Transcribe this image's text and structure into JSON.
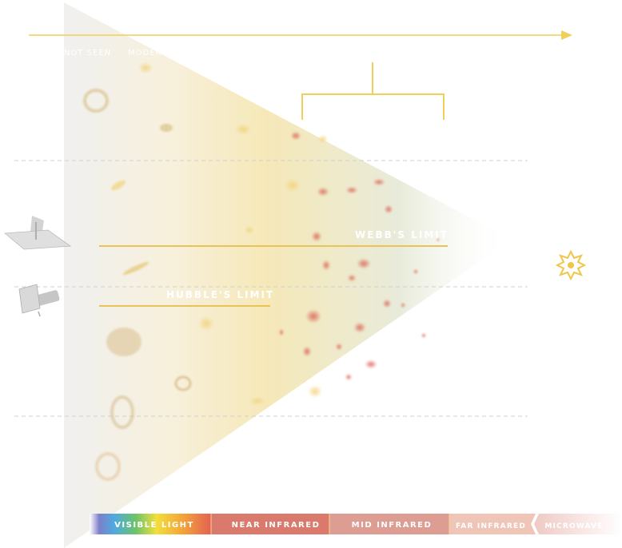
{
  "timeline": {
    "label_left": "NOT SEEN",
    "label_right": "MODERN",
    "arrow_color": "#f0cf5a"
  },
  "limits": {
    "webb": "WEBB'S LIMIT",
    "hubble": "HUBBLE'S LIMIT",
    "limit_color": "#e8c35a"
  },
  "telescopes": {
    "webb_icon": "webb-telescope-icon",
    "hubble_icon": "hubble-telescope-icon"
  },
  "big_bang_icon": "starburst-icon",
  "spectrum": [
    {
      "label": "VISIBLE LIGHT",
      "color": "#f0d04a"
    },
    {
      "label": "NEAR INFRARED",
      "color": "#d97a6c"
    },
    {
      "label": "MID INFRARED",
      "color": "#dd9d93"
    },
    {
      "label": "FAR INFRARED",
      "color": "#eec5b6"
    },
    {
      "label": "MICROWAVE",
      "color": "#efc9c3"
    }
  ],
  "colors": {
    "accent": "#f0c64a",
    "galaxy_red": "#d9604f",
    "cone_yellow": "#f5e6b0",
    "cone_green": "#dfe6d6"
  }
}
